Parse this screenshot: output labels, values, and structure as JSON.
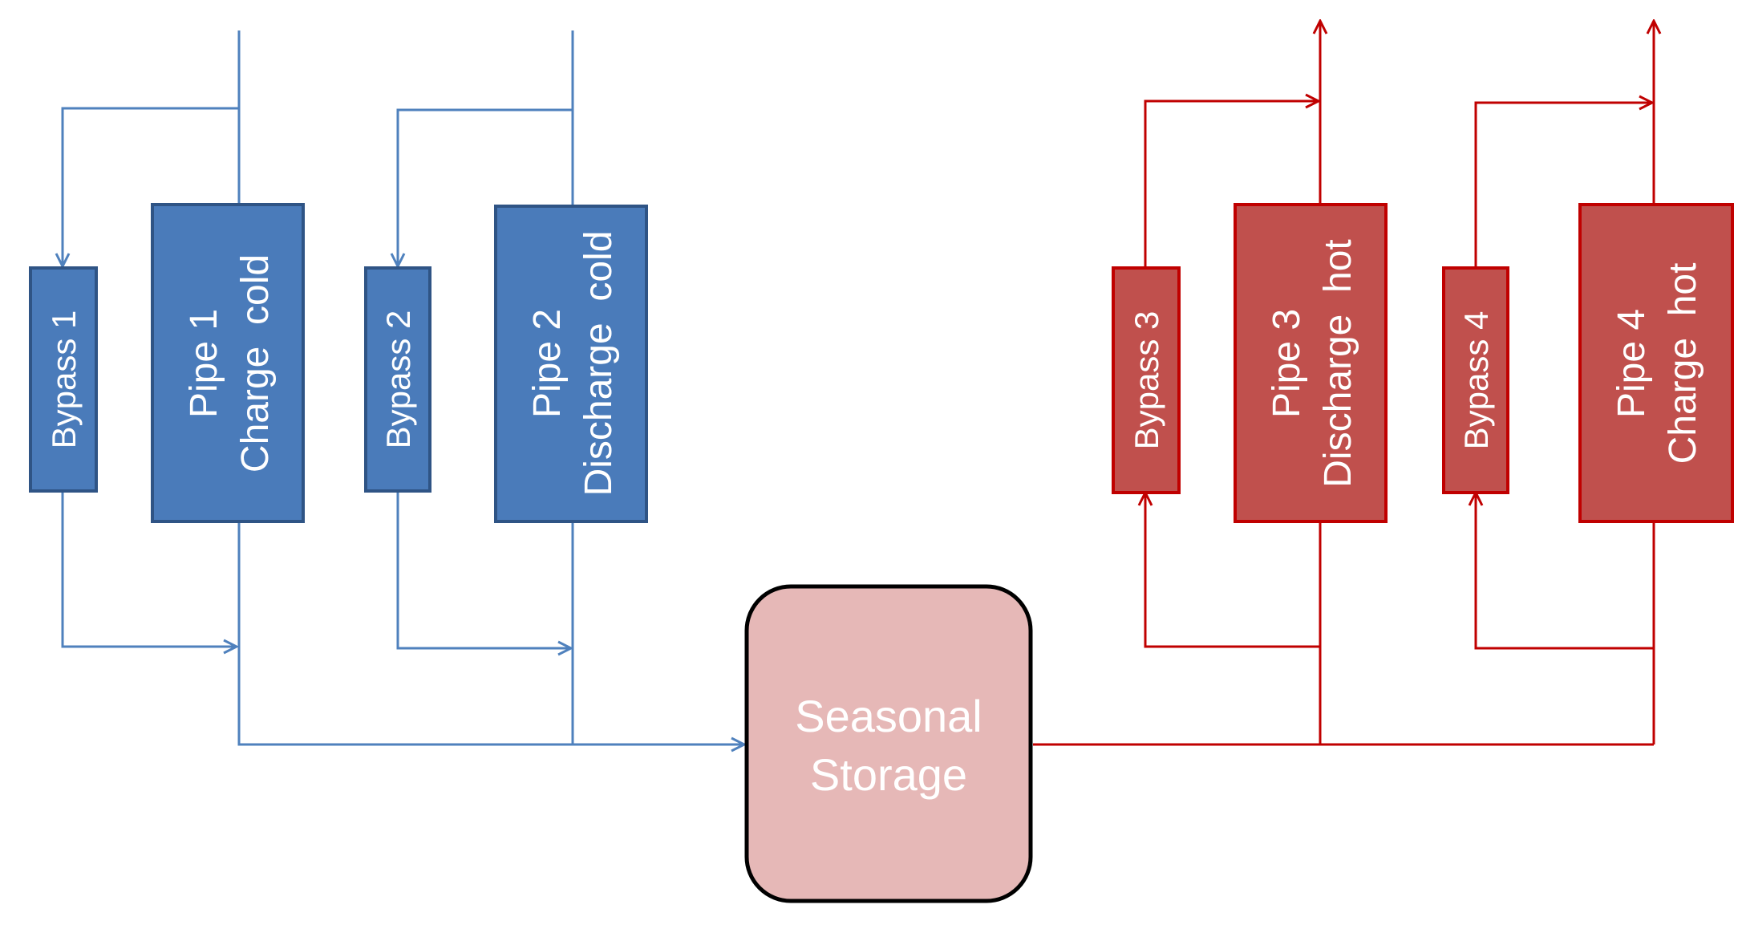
{
  "colors": {
    "cold_line": "#4f81bd",
    "cold_fill": "#4a7bba",
    "cold_border": "#2f5485",
    "hot_line": "#c00000",
    "hot_fill": "#c0504d",
    "hot_border": "#c00000",
    "storage_fill": "#e6b8b7",
    "storage_border": "#000000",
    "text": "#ffffff"
  },
  "nodes": {
    "bypass1": {
      "label": "Bypass 1"
    },
    "pipe1": {
      "line1": "Pipe 1",
      "line2": "Charge  cold"
    },
    "bypass2": {
      "label": "Bypass 2"
    },
    "pipe2": {
      "line1": "Pipe 2",
      "line2": "Discharge  cold"
    },
    "bypass3": {
      "label": "Bypass 3"
    },
    "pipe3": {
      "line1": "Pipe 3",
      "line2": "Discharge  hot"
    },
    "bypass4": {
      "label": "Bypass 4"
    },
    "pipe4": {
      "line1": "Pipe 4",
      "line2": "Charge  hot"
    },
    "storage": {
      "line1": "Seasonal",
      "line2": "Storage"
    }
  }
}
